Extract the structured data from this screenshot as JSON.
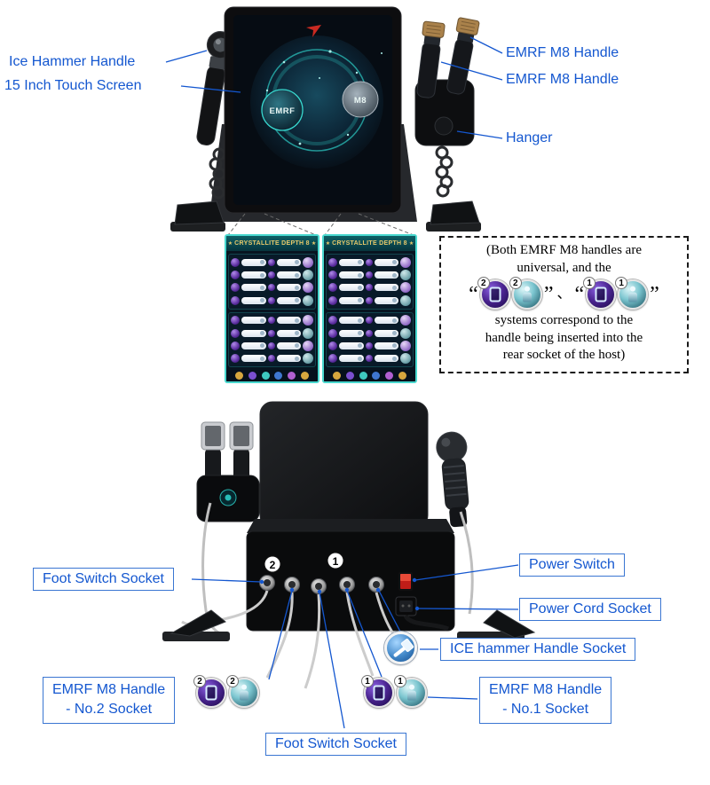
{
  "front": {
    "labels": {
      "ice_hammer": "Ice Hammer Handle",
      "touch_screen": "15 Inch Touch Screen",
      "emrf_top": "EMRF M8 Handle",
      "emrf_bottom": "EMRF M8 Handle",
      "hanger": "Hanger"
    },
    "screen_buttons": {
      "left": "EMRF",
      "right": "M8"
    }
  },
  "mini_screen": {
    "title": "CRYSTALLITE DEPTH 8",
    "star": "★"
  },
  "note": {
    "line1": "(Both EMRF M8 handles are",
    "line2": "universal, and the",
    "open_quote": "“",
    "close_quote": "”",
    "separator": "、",
    "line4": "systems correspond to the",
    "line5": "handle being inserted into the",
    "line6": "rear socket of the host)",
    "badge_left_pair": "2",
    "badge_right_pair": "1"
  },
  "rear": {
    "panel_numbers": {
      "no2": "2",
      "no1": "1"
    },
    "labels": {
      "foot_switch_left": "Foot Switch Socket",
      "power_switch": "Power Switch",
      "power_cord": "Power Cord Socket",
      "ice_socket": "ICE hammer Handle Socket",
      "emrf2_line1": "EMRF M8 Handle",
      "emrf2_line2": "- No.2 Socket",
      "emrf1_line1": "EMRF M8 Handle",
      "emrf1_line2": "- No.1 Socket",
      "foot_switch_bottom": "Foot Switch Socket"
    },
    "badges": {
      "no2": "2",
      "no1": "1"
    }
  }
}
